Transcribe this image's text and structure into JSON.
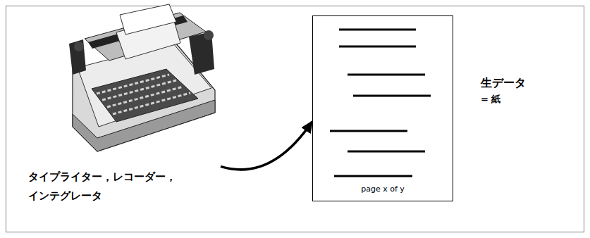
{
  "diagram": {
    "nodes": [
      {
        "text": [
          "タイプライター，レコーダー， インテグレータ"
        ]
      },
      {
        "text": [
          "page x of y"
        ]
      }
    ],
    "edges": [
      {
        "from": 0,
        "to": 1,
        "arrow": "to"
      }
    ],
    "labels": [
      "生データ",
      "= 紙"
    ]
  }
}
